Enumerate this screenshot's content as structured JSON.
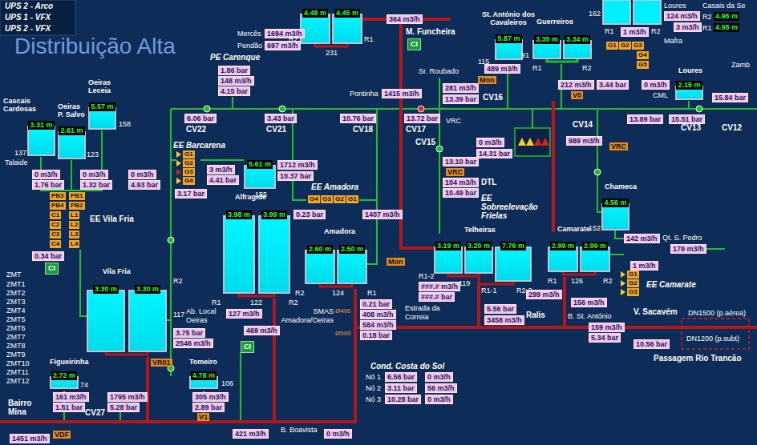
{
  "diagram": {
    "nodes": [
      {
        "text": [
          "4.48 m"
        ]
      },
      {
        "text": [
          "4.45 m"
        ]
      },
      {
        "text": [
          "St. António dos Cavaleiros",
          "5.87 m"
        ]
      },
      {
        "text": [
          "Guerreiros",
          "3.35 m"
        ]
      },
      {
        "text": [
          "3.34 m"
        ]
      },
      {
        "text": [
          "Loures",
          "2.16 m"
        ]
      },
      {
        "text": [
          "5.61 m"
        ]
      },
      {
        "text": [
          "Cascais Cardosas",
          "3.31 m"
        ]
      },
      {
        "text": [
          "Oeiras P. Salvo",
          "2.61 m"
        ]
      },
      {
        "text": [
          "Oeiras Leceia",
          "5.57 m"
        ]
      },
      {
        "text": [
          "Alfragide",
          "3.98 m"
        ]
      },
      {
        "text": [
          "3.99 m"
        ]
      },
      {
        "text": [
          "Amadora",
          "2.60 m"
        ]
      },
      {
        "text": [
          "2.50 m"
        ]
      },
      {
        "text": [
          "Vila Fria",
          "3.30 m"
        ]
      },
      {
        "text": [
          "3.30 m"
        ]
      },
      {
        "text": [
          "Figueirinha",
          "2.72 m"
        ]
      },
      {
        "text": [
          "Tomeiro",
          "4.78 m"
        ]
      },
      {
        "text": [
          "3.19 m"
        ]
      },
      {
        "text": [
          "Telheiras",
          "3.20 m"
        ]
      },
      {
        "text": [
          "7.76 m"
        ]
      },
      {
        "text": [
          "Camarate",
          "2.99 m"
        ]
      },
      {
        "text": [
          "2.99 m"
        ]
      },
      {
        "text": [
          "Chameca",
          "4.56 m"
        ]
      }
    ],
    "edges": [
      {
        "from": 0,
        "to": 1,
        "arrow": "none"
      },
      {
        "from": 3,
        "to": 4,
        "arrow": "none"
      },
      {
        "from": 10,
        "to": 11,
        "arrow": "none"
      },
      {
        "from": 12,
        "to": 13,
        "arrow": "none"
      },
      {
        "from": 14,
        "to": 15,
        "arrow": "none"
      },
      {
        "from": 18,
        "to": 19,
        "arrow": "none"
      },
      {
        "from": 19,
        "to": 20,
        "arrow": "none"
      },
      {
        "from": 21,
        "to": 22,
        "arrow": "none"
      }
    ],
    "labels": [
      "UPS 2 - Arco",
      "UPS 1 - VFX",
      "UPS 2 - VFX",
      "Distribuição Alta",
      "Mercês",
      "1694 m3/h",
      "Pendão",
      "697 m3/h",
      "R2",
      "R1",
      "231",
      "364 m3/h",
      "M. Funcheira",
      "CI",
      "Sr. Roubado",
      "Pontinha",
      "1415 m3/h",
      "281 m3/h",
      "13.39 bar",
      "CV16",
      "VRC",
      "PE Carenque",
      "1.86 bar",
      "148 m3/h",
      "4.15 bar",
      "6.06 bar",
      "3.43 bar",
      "10.76 bar",
      "13.72 bar",
      "CV22",
      "CV21",
      "CV18",
      "CV17",
      "CV15",
      "13.10 bar",
      "VRC",
      "104 m3/h",
      "10.49 bar",
      "DTL",
      "115",
      "489 m3/h",
      "Mon",
      "91",
      "R1",
      "R2",
      "212 m3/h",
      "V0",
      "3.44 bar",
      "162",
      "R1",
      "1 m3/h",
      "R2",
      "Loures",
      "124 m3/h",
      "3 m3/h",
      "Mafra",
      "Casais da Se",
      "R2",
      "4.96 m",
      "R1",
      "4.98 m",
      "G1",
      "G2",
      "G3",
      "G4",
      "G5",
      "0 m3/h",
      "CML",
      "Zamb",
      "13.89 bar",
      "15.51 bar",
      "15.84 bar",
      "CV14",
      "CV13",
      "CV12",
      "989 m3/h",
      "VRC",
      "0 m3/h",
      "14.31 bar",
      "EE Sobreelevação Frielas",
      "152",
      "137",
      "Talaide",
      "123",
      "158",
      "0 m3/h",
      "1.76 bar",
      "0 m3/h",
      "1.32 bar",
      "0 m3/h",
      "4.93 bar",
      "PB3",
      "PB1",
      "PB4",
      "PB2",
      "C1",
      "L1",
      "C2",
      "L2",
      "C3",
      "L3",
      "C4",
      "L4",
      "EE Vila Fria",
      "0.34 bar",
      "CI",
      "ZMT",
      "ZMT1",
      "ZMT2",
      "ZMT3",
      "ZMT4",
      "ZMT5",
      "ZMT6",
      "ZMT7",
      "ZMT8",
      "ZMT9",
      "ZMT10",
      "ZMT11",
      "ZMT12",
      "EE Barcarena",
      "G1",
      "G2",
      "G3",
      "G4",
      "3 m3/h",
      "4.41 bar",
      "3.17 bar",
      "155",
      "1712 m3/h",
      "10.37 bar",
      "EE Amadora",
      "G4",
      "G3",
      "G2",
      "G1",
      "0.23 bar",
      "1407 m3/h",
      "Mon",
      "CI",
      "R1",
      "122",
      "R2",
      "Ab. Local Oeiras",
      "127 m3/h",
      "469 m3/h",
      "3.75 bar",
      "2546 m3/h",
      "VR01",
      "R2",
      "124",
      "R1",
      "0.21 bar",
      "408 m3/h",
      "584 m3/h",
      "0.18 bar",
      "SMAS Amadora/Oeiras",
      "Ø400",
      "Ø500",
      "###.# m3/h",
      "###.# bar",
      "Estrada da Correia",
      "R1-2",
      "R1-1",
      "119",
      "R2-2",
      "5.56 bar",
      "3458 m3/h",
      "Ralis",
      "R1",
      "126",
      "R2",
      "299 m3/h",
      "156 m3/h",
      "B. St. António",
      "159 m3/h",
      "5.34 bar",
      "142 m3/h",
      "Qt. S. Pedro",
      "179 m3/h",
      "1 m3/h",
      "EE Camarate",
      "G1",
      "G2",
      "G3",
      "V. Sacavém",
      "10.56 bar",
      "DN1500 (p.aérea)",
      "DN1200 (p.subt)",
      "Passagem Rio Trancão",
      "Cond. Costa do Sol",
      "Nó 1",
      "6.56 bar",
      "0 m3/h",
      "Nó 2",
      "3.11 bar",
      "56 m3/h",
      "Nó 3",
      "10.28 bar",
      "0 m3/h",
      "74",
      "161 m3/h",
      "1.51 bar",
      "1795 m3/h",
      "5.28 bar",
      "106",
      "305 m3/h",
      "2.89 bar",
      "V1",
      "CV27",
      "VDF",
      "Bairro Mina",
      "1451 m3/h",
      "421 m3/h",
      "B. Boavista",
      "0 m3/h",
      "117",
      "R2"
    ]
  }
}
